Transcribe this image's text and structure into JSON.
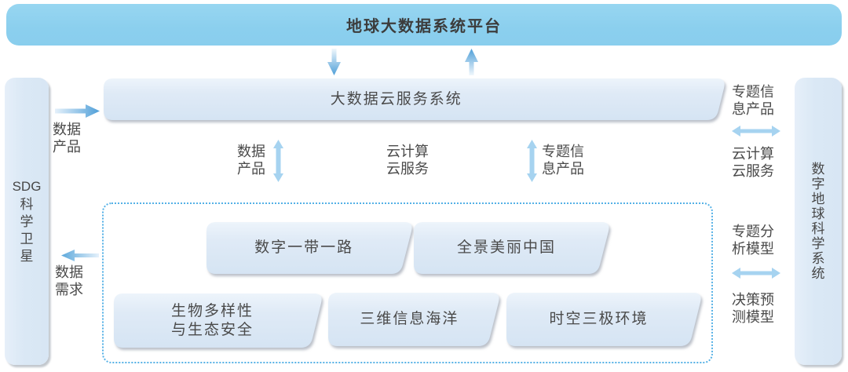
{
  "colors": {
    "banner_blue": "#8bcfee",
    "panel_blue": "#dbe8f5",
    "arrow_light_blue": "#a6d3f0",
    "arrow_dark_blue": "#4f9fd8",
    "dotted_border": "#55b1e6"
  },
  "diagram": {
    "platform": "地球大数据系统平台",
    "cloud_system": "大数据云服务系统",
    "left_system": {
      "latin": "SDG",
      "cn": "科学卫星"
    },
    "right_system": "数字地球科学系统",
    "left_flows": [
      {
        "label": "数据\n产品",
        "direction": "right"
      },
      {
        "label": "数据\n需求",
        "direction": "left"
      }
    ],
    "mid_flows": [
      {
        "label": "数据\n产品",
        "arrow": "vertical-double"
      },
      {
        "label": "云计算\n云服务",
        "arrow": "none"
      },
      {
        "label": "专题信\n息产品",
        "arrow": "vertical-double"
      }
    ],
    "right_flows": {
      "group1_above": "专题信\n息产品",
      "group1_below": "云计算\n云服务",
      "group2_above": "专题分\n析模型",
      "group2_below": "决策预\n测模型"
    },
    "projects": {
      "row1": [
        "数字一带一路",
        "全景美丽中国"
      ],
      "row2": [
        "生物多样性\n与生态安全",
        "三维信息海洋",
        "时空三极环境"
      ]
    }
  }
}
